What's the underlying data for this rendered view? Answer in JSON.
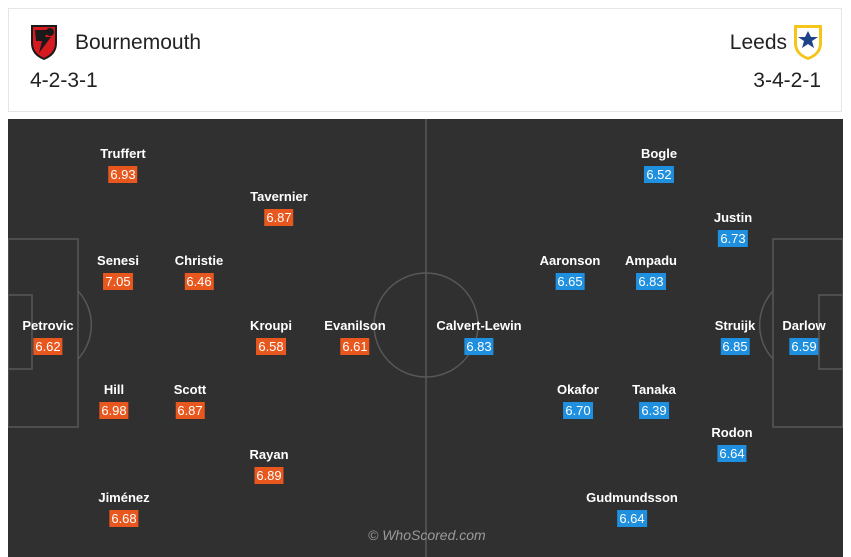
{
  "home": {
    "name": "Bournemouth",
    "formation": "4-2-3-1",
    "crest_icon": "bournemouth-crest-icon",
    "rating_color": "#e8571d",
    "players": [
      {
        "name": "Petrovic",
        "rating": "6.62"
      },
      {
        "name": "Truffert",
        "rating": "6.93"
      },
      {
        "name": "Senesi",
        "rating": "7.05"
      },
      {
        "name": "Hill",
        "rating": "6.98"
      },
      {
        "name": "Jiménez",
        "rating": "6.68"
      },
      {
        "name": "Christie",
        "rating": "6.46"
      },
      {
        "name": "Scott",
        "rating": "6.87"
      },
      {
        "name": "Tavernier",
        "rating": "6.87"
      },
      {
        "name": "Kroupi",
        "rating": "6.58"
      },
      {
        "name": "Rayan",
        "rating": "6.89"
      },
      {
        "name": "Evanilson",
        "rating": "6.61"
      }
    ]
  },
  "away": {
    "name": "Leeds",
    "formation": "3-4-2-1",
    "crest_icon": "leeds-crest-icon",
    "rating_color": "#1f8fe0",
    "players": [
      {
        "name": "Darlow",
        "rating": "6.59"
      },
      {
        "name": "Justin",
        "rating": "6.73"
      },
      {
        "name": "Struijk",
        "rating": "6.85"
      },
      {
        "name": "Rodon",
        "rating": "6.64"
      },
      {
        "name": "Bogle",
        "rating": "6.52"
      },
      {
        "name": "Ampadu",
        "rating": "6.83"
      },
      {
        "name": "Tanaka",
        "rating": "6.39"
      },
      {
        "name": "Gudmundsson",
        "rating": "6.64"
      },
      {
        "name": "Aaronson",
        "rating": "6.65"
      },
      {
        "name": "Okafor",
        "rating": "6.70"
      },
      {
        "name": "Calvert-Lewin",
        "rating": "6.83"
      }
    ]
  },
  "watermark": "© WhoScored.com"
}
